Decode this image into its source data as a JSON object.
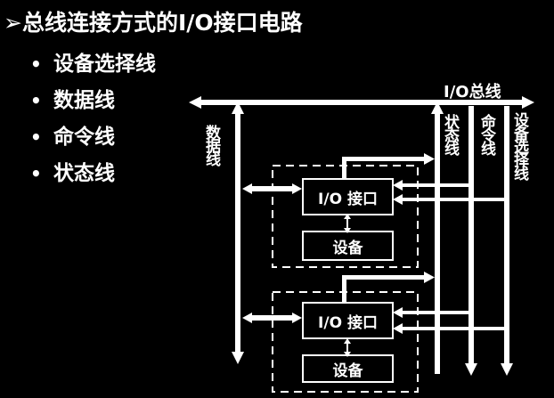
{
  "title": "➢总线连接方式的I/O接口电路",
  "bullets": [
    "设备选择线",
    "数据线",
    "命令线",
    "状态线"
  ],
  "bus_label": "I/O总线",
  "data_line_label": "数据线",
  "line_labels": [
    "状态线",
    "命令线",
    "设备选择线"
  ],
  "modules": [
    {
      "interface": "I/O 接口",
      "device": "设备"
    },
    {
      "interface": "I/O 接口",
      "device": "设备"
    }
  ],
  "colors": {
    "background": "#000000",
    "foreground": "#ffffff"
  }
}
